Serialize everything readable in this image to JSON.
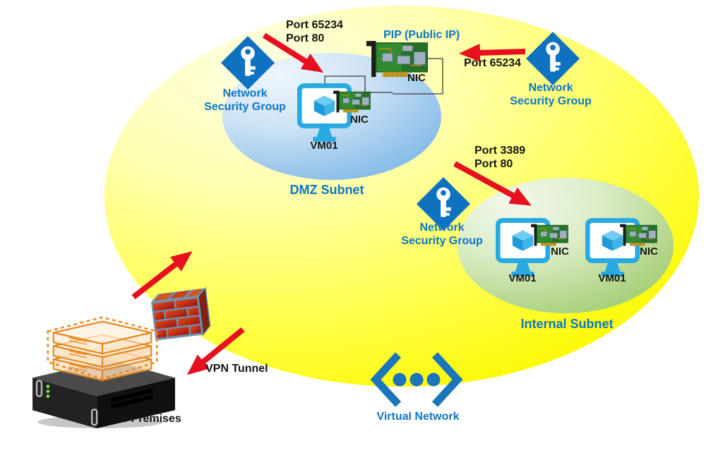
{
  "diagram": {
    "kind": "Azure virtual network security diagram"
  },
  "colors": {
    "accent_blue": "#0c76c6",
    "arrow_red": "#e6101f",
    "vnet_yellow": "#ffff00",
    "dmz_blue": "#57a3de",
    "internal_green": "#84bc4c",
    "nic_green": "#2e8b2e",
    "brick_red": "#b92612",
    "label_black": "#151515"
  },
  "vnet": {
    "label": "Virtual Network"
  },
  "subnets": {
    "dmz": {
      "label": "DMZ Subnet",
      "vm": {
        "name": "VM01",
        "nic": "NIC"
      }
    },
    "internal": {
      "label": "Internal Subnet",
      "vms": [
        {
          "name": "VM01",
          "nic": "NIC"
        },
        {
          "name": "VM01",
          "nic": "NIC"
        }
      ]
    }
  },
  "pip": {
    "label": "PIP (Public IP)",
    "nic": "NIC"
  },
  "nsgs": [
    {
      "line1": "Network",
      "line2": "Security Group"
    },
    {
      "line1": "Network",
      "line2": "Security Group"
    },
    {
      "line1": "Network",
      "line2": "Security Group"
    }
  ],
  "annotations": {
    "dmz_inbound": [
      "Port 65234",
      "Port 80"
    ],
    "pip_inbound": "Port 65234",
    "internal_inbound": [
      "Port 3389",
      "Port 80"
    ],
    "vpn": "VPN Tunnel",
    "onprem": "On-Premises"
  }
}
